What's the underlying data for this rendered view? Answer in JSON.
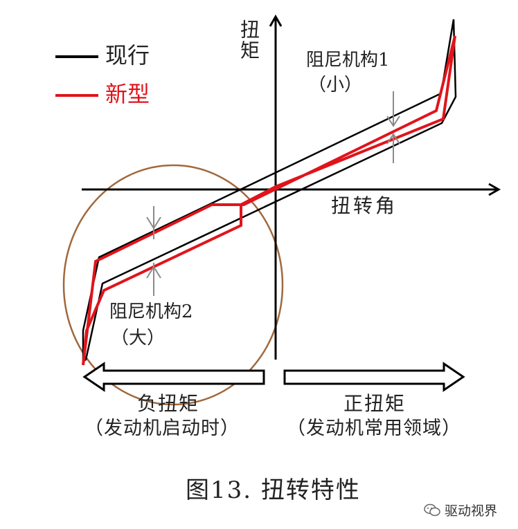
{
  "legend": {
    "current": "现行",
    "new": "新型"
  },
  "axes": {
    "y_label": "扭矩",
    "x_label": "扭转角"
  },
  "damper1": {
    "label": "阻尼机构1",
    "size": "（小）"
  },
  "damper2": {
    "label": "阻尼机构2",
    "size": "（大）"
  },
  "regions": {
    "negative": {
      "title": "负扭矩",
      "sub": "（发动机启动时）"
    },
    "positive": {
      "title": "正扭矩",
      "sub": "（发动机常用领域）"
    }
  },
  "caption": "图13. 扭转特性",
  "watermark": "驱动视界",
  "colors": {
    "current": "#000000",
    "new": "#e0141b",
    "ellipse": "#a0683c",
    "marker": "#8a8a8a"
  }
}
